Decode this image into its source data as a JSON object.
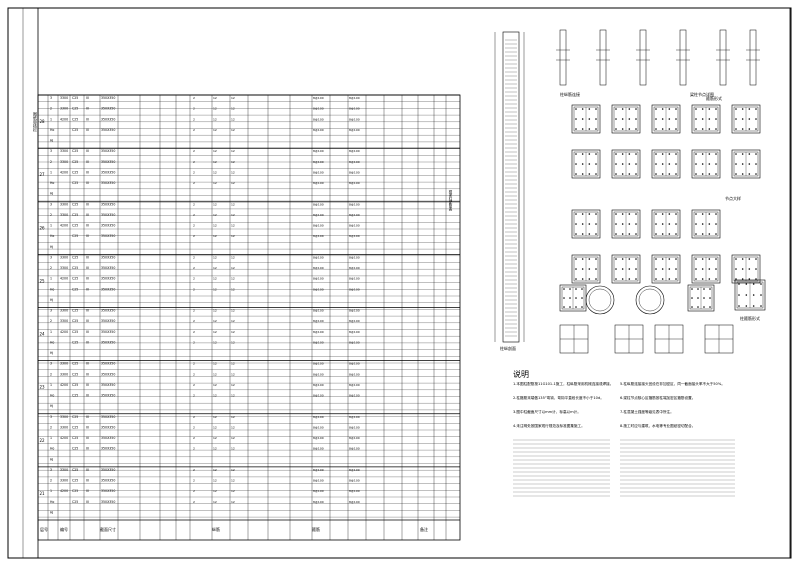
{
  "table": {
    "header_labels": [
      "层号",
      "编号",
      "截面尺寸",
      "纵筋",
      "箍筋",
      "备注"
    ],
    "side_title": "框架柱配筋表",
    "levels": [
      "28",
      "27",
      "26",
      "25",
      "24",
      "23",
      "22",
      "21"
    ],
    "sample_rows": [
      [
        "3",
        "3300",
        "C25",
        "III",
        "350X350"
      ],
      [
        "2",
        "3300",
        "C25",
        "III",
        "350X350"
      ],
      [
        "1",
        "4200",
        "C25",
        "III",
        "350X350"
      ],
      [
        "Ho",
        "",
        "C25",
        "III",
        "350X350"
      ],
      [
        "Hj",
        "",
        "",
        "",
        ""
      ]
    ]
  },
  "details": {
    "captions": [
      "梁柱节点详图",
      "柱纵筋连接",
      "箍筋形式",
      "柱箍筋形式",
      "节点大样"
    ]
  },
  "notes": {
    "title": "说明",
    "items": [
      "1.本图柱配筋按11G101-1施工，柱纵筋采用机械连接或焊接。",
      "2.柱箍筋末端做135°弯钩，弯钩平直段长度不小于10d。",
      "3.图中柱截面尺寸以mm计，标高以m计。",
      "4.未注明处按国家现行规范及标准图集施工。",
      "5.柱纵筋连接接头宜设在非加密区，同一截面接头率不大于50%。",
      "6.梁柱节点核心区箍筋按柱端加密区箍筋设置。",
      "7.柱混凝土强度等级见表中所注。",
      "8.施工时应与建筑、水电等专业图纸密切配合。"
    ]
  }
}
